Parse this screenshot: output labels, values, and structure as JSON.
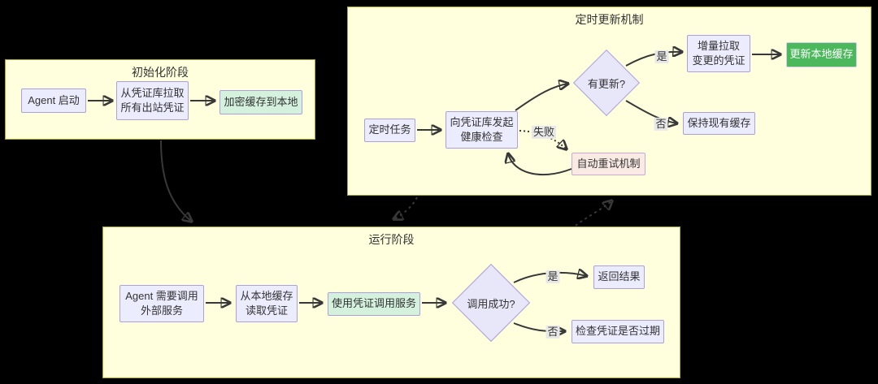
{
  "groups": {
    "init": {
      "title": "初始化阶段"
    },
    "update": {
      "title": "定时更新机制"
    },
    "runtime": {
      "title": "运行阶段"
    }
  },
  "nodes": {
    "agent_start": {
      "label": "Agent 启动"
    },
    "pull_creds": {
      "label": "从凭证库拉取\n所有出站凭证"
    },
    "encrypt_cache": {
      "label": "加密缓存到本地"
    },
    "timer_task": {
      "label": "定时任务"
    },
    "health_check": {
      "label": "向凭证库发起\n健康检查"
    },
    "has_update": {
      "label": "有更新?"
    },
    "incr_pull": {
      "label": "增量拉取\n变更的凭证"
    },
    "update_cache": {
      "label": "更新本地缓存"
    },
    "keep_cache": {
      "label": "保持现有缓存"
    },
    "retry": {
      "label": "自动重试机制"
    },
    "agent_call": {
      "label": "Agent 需要调用\n外部服务"
    },
    "read_cache": {
      "label": "从本地缓存\n读取凭证"
    },
    "use_cred": {
      "label": "使用凭证调用服务"
    },
    "call_ok": {
      "label": "调用成功?"
    },
    "return_result": {
      "label": "返回结果"
    },
    "check_expire": {
      "label": "检查凭证是否过期"
    }
  },
  "edge_labels": {
    "update_yes": "是",
    "update_no": "否",
    "fail": "失败",
    "call_yes": "是",
    "call_no": "否"
  },
  "colors": {
    "background": "#000000",
    "cluster_fill": "#ffffde",
    "cluster_border": "#aaaa33",
    "node_fill": "#ececff",
    "diamond_fill": "#e8e6f9",
    "node_border": "#ab9fdc",
    "mint_fill": "#d4f1de",
    "green_fill": "#4bb85c",
    "green_border": "#cfcde8",
    "green_text": "#ffffff",
    "pink_fill": "#faeae4",
    "pink_border": "#c9a8d4",
    "edge": "#383838",
    "edge_label_bg": "#e8e8e8",
    "text": "#333333"
  }
}
